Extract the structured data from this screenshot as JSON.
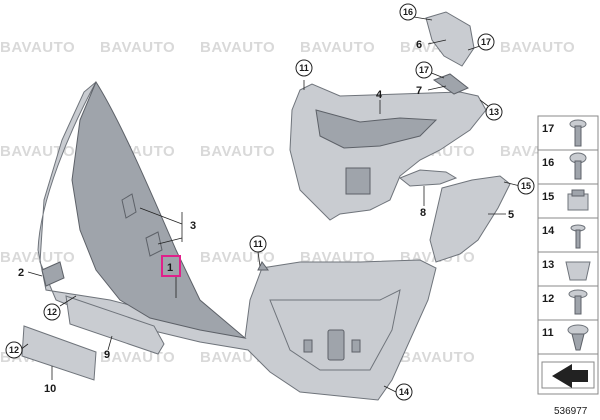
{
  "watermark": "BAVAUTO",
  "reference_number": "536977",
  "part_labels": [
    {
      "id": "1",
      "highlighted": true
    },
    {
      "id": "2"
    },
    {
      "id": "3"
    },
    {
      "id": "4"
    },
    {
      "id": "5"
    },
    {
      "id": "6"
    },
    {
      "id": "7"
    },
    {
      "id": "8"
    },
    {
      "id": "9"
    },
    {
      "id": "10"
    }
  ],
  "callouts": [
    "16",
    "17",
    "11",
    "17",
    "13",
    "15",
    "11",
    "12",
    "12",
    "14"
  ],
  "fastener_panel": [
    "17",
    "16",
    "15",
    "14",
    "13",
    "12",
    "11"
  ],
  "colors": {
    "highlight": "#e0208a",
    "part": "#c9ccd1",
    "part_edge": "#6f747b"
  },
  "icons": [
    "arrow-icon"
  ]
}
